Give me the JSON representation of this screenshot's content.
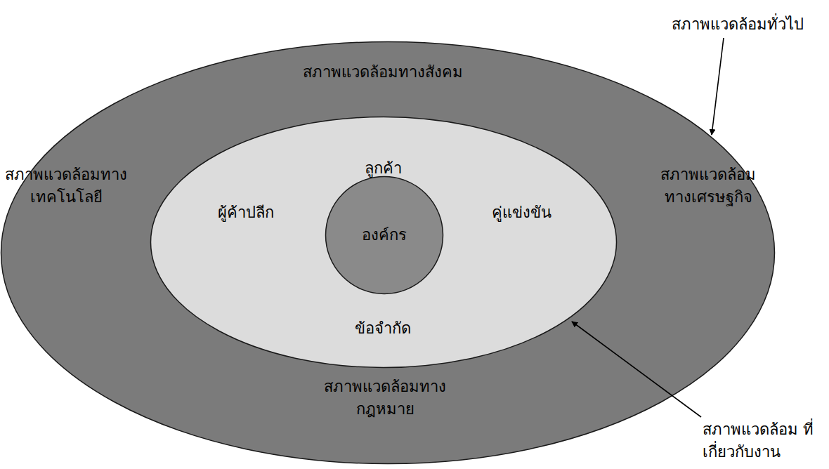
{
  "diagram": {
    "nodes": [
      {
        "text": [
          "สภาพแวดล้อมทางสังคม",
          "สภาพแวดล้อมทาง เทคโนโลยี",
          "สภาพแวดล้อม ทางเศรษฐกิจ",
          "สภาพแวดล้อมทาง กฎหมาย"
        ]
      },
      {
        "text": [
          "ลูกค้า",
          "ผู้ค้าปลีก",
          "คู่แข่งขัน",
          "ข้อจำกัด"
        ],
        "in": 0
      },
      {
        "text": [
          "องค์กร"
        ],
        "in": 1
      }
    ],
    "labels": [
      "สภาพแวดล้อมทั่วไป",
      "สภาพแวดล้อม ที่เกี่ยวกับงาน"
    ]
  }
}
